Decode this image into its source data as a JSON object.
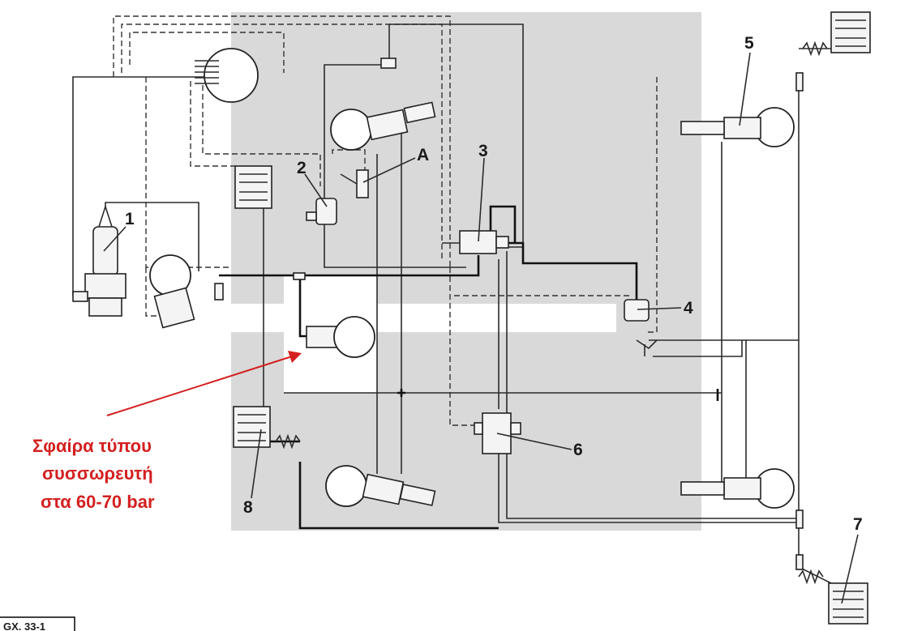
{
  "diagram": {
    "labels": {
      "c1": "1",
      "c2": "2",
      "c3": "3",
      "c4": "4",
      "c5": "5",
      "c6": "6",
      "c7": "7",
      "c8": "8",
      "a": "A"
    },
    "annotation": {
      "line1": "Σφαίρα τύπου",
      "line2": "συσσωρευτή",
      "line3": "στα 60-70 bar"
    },
    "figure_ref": "GX. 33-1",
    "colors": {
      "annotation": "#d42020",
      "shade": "#d9d9d9",
      "ink": "#2b2b2b"
    }
  }
}
